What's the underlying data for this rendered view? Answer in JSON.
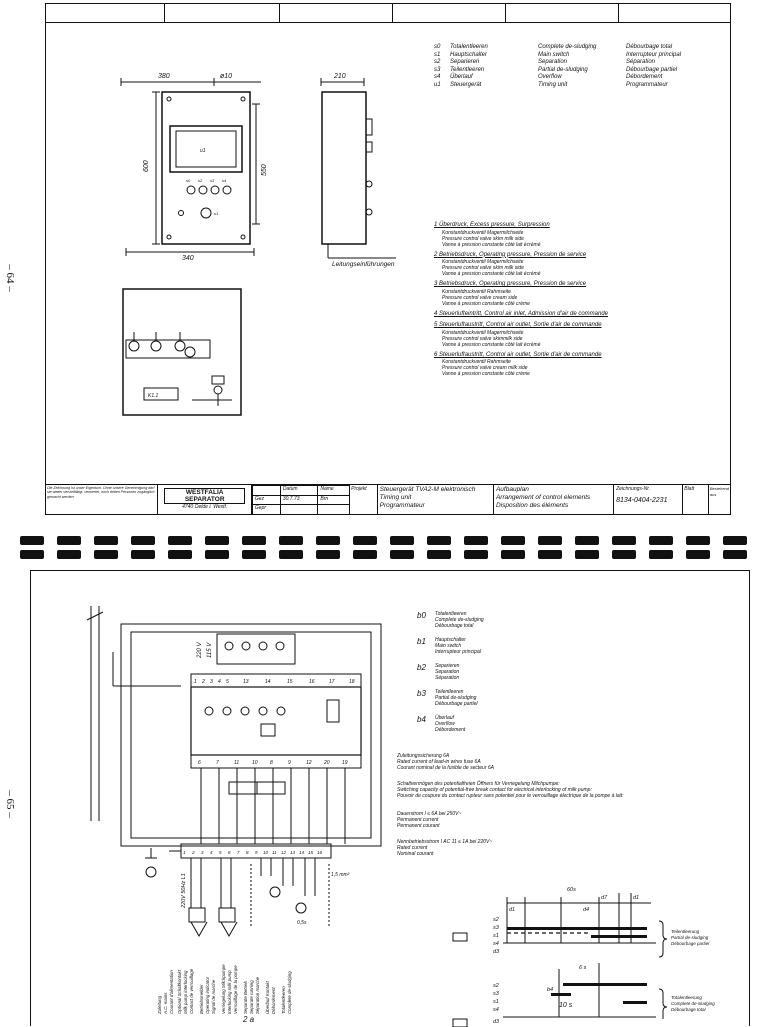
{
  "page_numbers": {
    "upper": "– 64 –",
    "lower": "– 65 –"
  },
  "drawing1": {
    "dims": {
      "width": "380",
      "hole": "ø10",
      "height": "600",
      "inner_height": "550",
      "bottom_width": "340",
      "depth": "210"
    },
    "panel_labels": {
      "display": "u1",
      "s0": "s0",
      "s2": "s2",
      "s3": "s3",
      "s4": "s4",
      "s1": "s1",
      "k1": "K1.1"
    },
    "cable_entry": "Leitungseinführungen",
    "legend": [
      {
        "code": "s0",
        "de": "Totalentleeren",
        "en": "Complete de-sludging",
        "fr": "Débourbage total"
      },
      {
        "code": "s1",
        "de": "Hauptschalter",
        "en": "Main switch",
        "fr": "Interrupteur principal"
      },
      {
        "code": "s2",
        "de": "Separieren",
        "en": "Separation",
        "fr": "Séparation"
      },
      {
        "code": "s3",
        "de": "Teilentleeren",
        "en": "Partial de-sludging",
        "fr": "Débourbage partiel"
      },
      {
        "code": "s4",
        "de": "Überlauf",
        "en": "Overflow",
        "fr": "Débordement"
      },
      {
        "code": "u1",
        "de": "Steuergerät",
        "en": "Timing unit",
        "fr": "Programmateur"
      }
    ],
    "notes": [
      {
        "n": "1",
        "head": "Überdruck, Excess pressure, Surpression",
        "lines": [
          "Konstantdruckventil Magermilchseite",
          "Pressure control valve skim milk side",
          "Vanne à pression constante côté lait écrémé"
        ]
      },
      {
        "n": "2",
        "head": "Betriebsdruck, Operating pressure, Pression de service",
        "lines": [
          "Konstantdruckventil Magermilchseite",
          "Pressure control valve skim milk side",
          "Vanne à pression constante côté lait écrémé"
        ]
      },
      {
        "n": "3",
        "head": "Betriebsdruck, Operating pressure, Pression de service",
        "lines": [
          "Konstantdruckventil Rahmseite",
          "Pressure control valve cream side",
          "Vanne à pression constante côté crème"
        ]
      },
      {
        "n": "4",
        "head": "Steuerlufteintritt, Control air inlet, Admission d'air de commande",
        "lines": []
      },
      {
        "n": "5",
        "head": "Steuerluftaustritt, Control air outlet, Sortie d'air de commande",
        "lines": [
          "Konstantdruckventil Magermilchseite",
          "Pressure control valve skimmilk side",
          "Vanne à pression constante côté lait écrémé"
        ]
      },
      {
        "n": "6",
        "head": "Steuerluftaustritt, Control air outlet, Sortie d'air de commande",
        "lines": [
          "Konstantdruckventil Rahmseite",
          "Pressure control valve cream milk side",
          "Vanne à pression constante côté crème"
        ]
      }
    ],
    "title_block": {
      "note": "Die Zeichnung ist unser Eigentum. Ohne unsere Genehmigung darf sie weder vervielfältigt, verwertet, noch dritten Personen zugänglich gemacht werden.",
      "company": "WESTFALIA SEPARATOR",
      "address": "4740 Oelde i. Westf.",
      "col_datum": "Datum",
      "col_name": "Name",
      "col_projekt": "Projekt",
      "row_gez": "Gez",
      "row_gepr": "Gepr",
      "date": "30.7.73",
      "name": "Brn",
      "title_de": "Steuergerät TVA2-M elektronisch",
      "title_en": "Timing unit",
      "title_fr": "Programmateur",
      "sub_de": "Aufbauplan",
      "sub_en": "Arrangement of control elements",
      "sub_fr": "Disposition des éléments",
      "drawing_no_label": "Zeichnungs-Nr.",
      "drawing_no": "8134-0404-2231",
      "blatt": "Blatt",
      "bestehend": "Bestehend aus"
    }
  },
  "drawing2": {
    "legend": [
      {
        "code": "b0",
        "de": "Totalentleeren",
        "en": "Complete de-sludging",
        "fr": "Débourbage total"
      },
      {
        "code": "b1",
        "de": "Hauptschalter",
        "en": "Main switch",
        "fr": "Interrupteur principal"
      },
      {
        "code": "b2",
        "de": "Separieren",
        "en": "Separation",
        "fr": "Séparation"
      },
      {
        "code": "b3",
        "de": "Teilentleeren",
        "en": "Partial de-sludging",
        "fr": "Débourbage partiel"
      },
      {
        "code": "b4",
        "de": "Überlauf",
        "en": "Overflow",
        "fr": "Débordement"
      }
    ],
    "fuse": [
      "Zuleitungssicherung 6A",
      "Rated current of lead-in wires fuse 6A",
      "Courant nominal de la fusible de secteur 6A"
    ],
    "switching": [
      "Schaltvermögen des potentialfreien Öffners für Verriegelung Milchpumpe:",
      "Switching capacity of potential-free break contact for electrical interlocking of milk pump:",
      "Pouvoir de coupure du contact rupteur sans potentiel pour le verrouillage électrique de la pompe à lait:"
    ],
    "permanent": {
      "label": "Dauerstrom I",
      "value": "≤ 6A bei 250V~",
      "en": "Permanent current",
      "fr": "Permanent courant"
    },
    "nominal": {
      "label": "Nennbetriebsstrom I",
      "value": "AC 11 ≤ 1A bei 220V~",
      "en": "Rated current",
      "fr": "Nominal courant"
    },
    "voltages": {
      "v1": "220 V",
      "v2": "115 V",
      "supply": "220V 50Hz L1",
      "wire": "1,5 mm²",
      "timer": "0,5s"
    },
    "terminals_top": [
      "1",
      "2",
      "3",
      "4",
      "5",
      "13",
      "14",
      "15",
      "16",
      "17",
      "18"
    ],
    "terminals_mid": [
      "6",
      "7",
      "11",
      "10",
      "8",
      "9",
      "12",
      "20",
      "19"
    ],
    "terminals_bot": [
      "1",
      "2",
      "3",
      "4",
      "5",
      "6",
      "7",
      "8",
      "9",
      "10",
      "11",
      "12",
      "13",
      "14",
      "15",
      "16"
    ],
    "bottom_labels": [
      "Zuleitung",
      "A.C. mains",
      "Courant d'alimentation",
      "Optional Schaltkontakt",
      "Milk pump interlocking",
      "Contact de verrouillage",
      "Betriebsmelder",
      "Operating indicator",
      "Signal de marche",
      "Verriegelung Milchpumpe",
      "Interlocking milk pump",
      "Verrouillage de la pompe",
      "Separate Betrieb",
      "Separate running",
      "Séparation marche",
      "Überlauf Kontakt",
      "Débordement",
      "Totalentleeren",
      "Complete de-sludging"
    ],
    "timing": {
      "rows1": [
        "s2",
        "s3",
        "s1",
        "s4",
        "d3"
      ],
      "rows2": [
        "s2",
        "s3",
        "s1",
        "s4",
        "d3"
      ],
      "labels": {
        "t60": "60s",
        "d1": "d1",
        "d4": "d4",
        "d7": "d7",
        "d1b": "d1",
        "b4": "b4",
        "ten": "10 s",
        "six": "6 s"
      },
      "notes1": [
        "Teilentleerung",
        "Partial de-sludging",
        "Débourbage partiel"
      ],
      "notes2": [
        "Totalentleerung",
        "Complete de-sludging",
        "Débourbage total"
      ]
    },
    "bottom_fragment": "2 a"
  }
}
